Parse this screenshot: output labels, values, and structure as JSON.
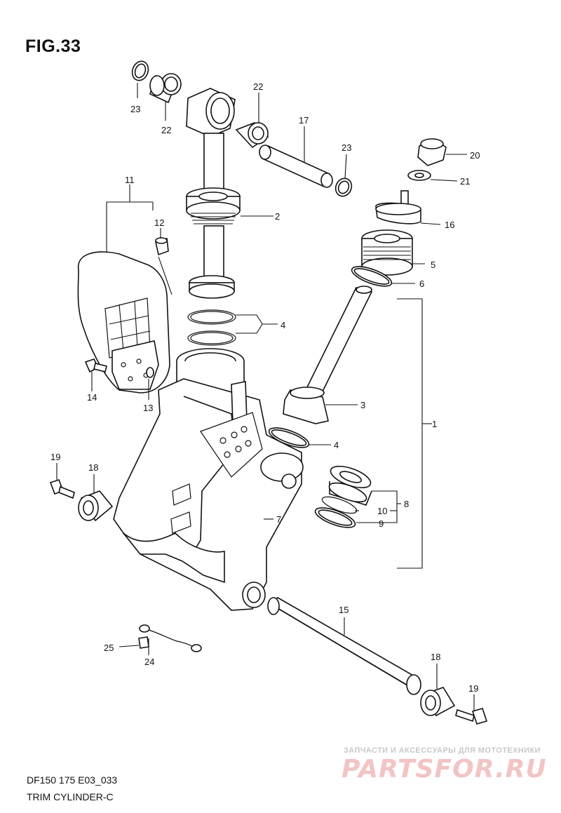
{
  "figure": {
    "title": "FIG.33",
    "code": "DF150 175 E03_033",
    "name": "TRIM CYLINDER-C"
  },
  "callouts": {
    "c1": "1",
    "c2": "2",
    "c3": "3",
    "c4a": "4",
    "c4b": "4",
    "c5": "5",
    "c6": "6",
    "c7": "7",
    "c8": "8",
    "c9": "9",
    "c10": "10",
    "c11": "11",
    "c12": "12",
    "c13": "13",
    "c14": "14",
    "c15": "15",
    "c16": "16",
    "c17": "17",
    "c18a": "18",
    "c18b": "18",
    "c19a": "19",
    "c19b": "19",
    "c20": "20",
    "c21": "21",
    "c22a": "22",
    "c22b": "22",
    "c23a": "23",
    "c23b": "23",
    "c24": "24",
    "c25": "25"
  },
  "watermark": {
    "tagline": "ЗАПЧАСТИ И АКСЕССУАРЫ ДЛЯ МОТОТЕХНИКИ",
    "logo": "PARTSFOR.RU"
  }
}
